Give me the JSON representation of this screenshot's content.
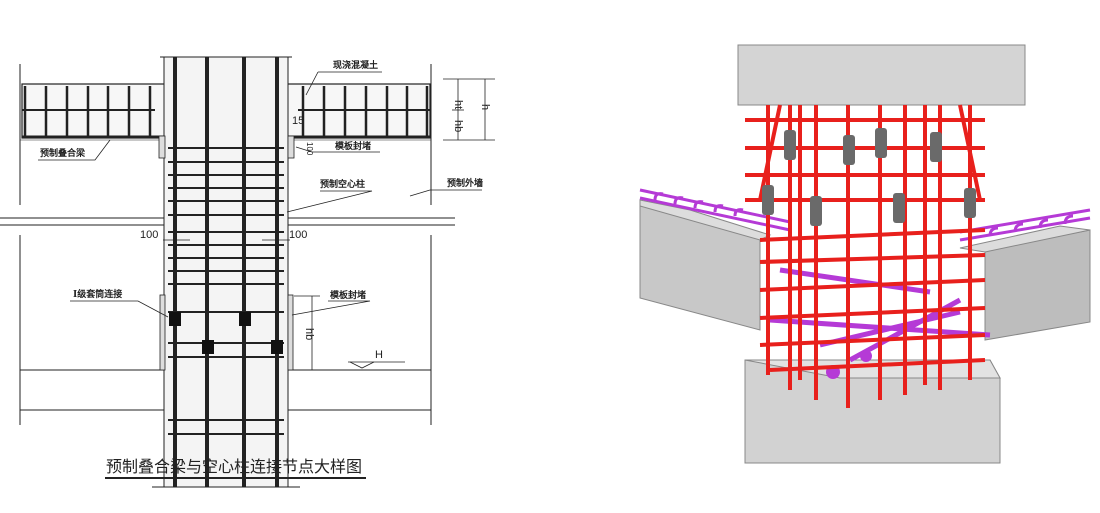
{
  "drawing": {
    "title": "预制叠合梁与空心柱连接节点大样图",
    "labels": {
      "cast_in_place_concrete": "现浇混凝土",
      "precast_composite_beam": "预制叠合梁",
      "formwork_seal_top": "模板封堵",
      "precast_hollow_column": "预制空心柱",
      "precast_exterior_wall": "预制外墙",
      "sleeve_connection": "I级套筒连接",
      "formwork_seal_bottom": "模板封堵"
    },
    "dimensions": {
      "left_offset": "100",
      "right_offset": "100",
      "anchor": "15",
      "ht": "ht",
      "hb": "hb",
      "h": "h",
      "hb_lower": "hb",
      "small_dim": "100",
      "elevation": "H"
    }
  },
  "render3d": {
    "colors": {
      "concrete": "#cfcfcf",
      "column_rebar": "#e8201c",
      "beam_rebar": "#b53ad6",
      "sleeve": "#6a6a6a"
    }
  }
}
